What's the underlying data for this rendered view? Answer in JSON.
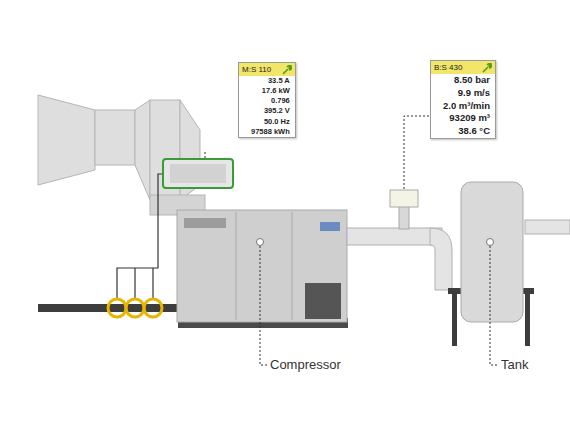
{
  "diagram": {
    "nodes": [
      {
        "text": [
          "M:S 110",
          "33.5 A",
          "17.6 kW",
          "0.796",
          "395.2 V",
          "50.0 Hz",
          "97588 kWh"
        ]
      },
      {
        "text": [
          "B:S 430",
          "8.50 bar",
          "9.9 m/s",
          "2.0 m³/min",
          "93209 m³",
          "38.6 °C"
        ]
      }
    ],
    "labels": [
      "Compressor",
      "Tank"
    ]
  }
}
